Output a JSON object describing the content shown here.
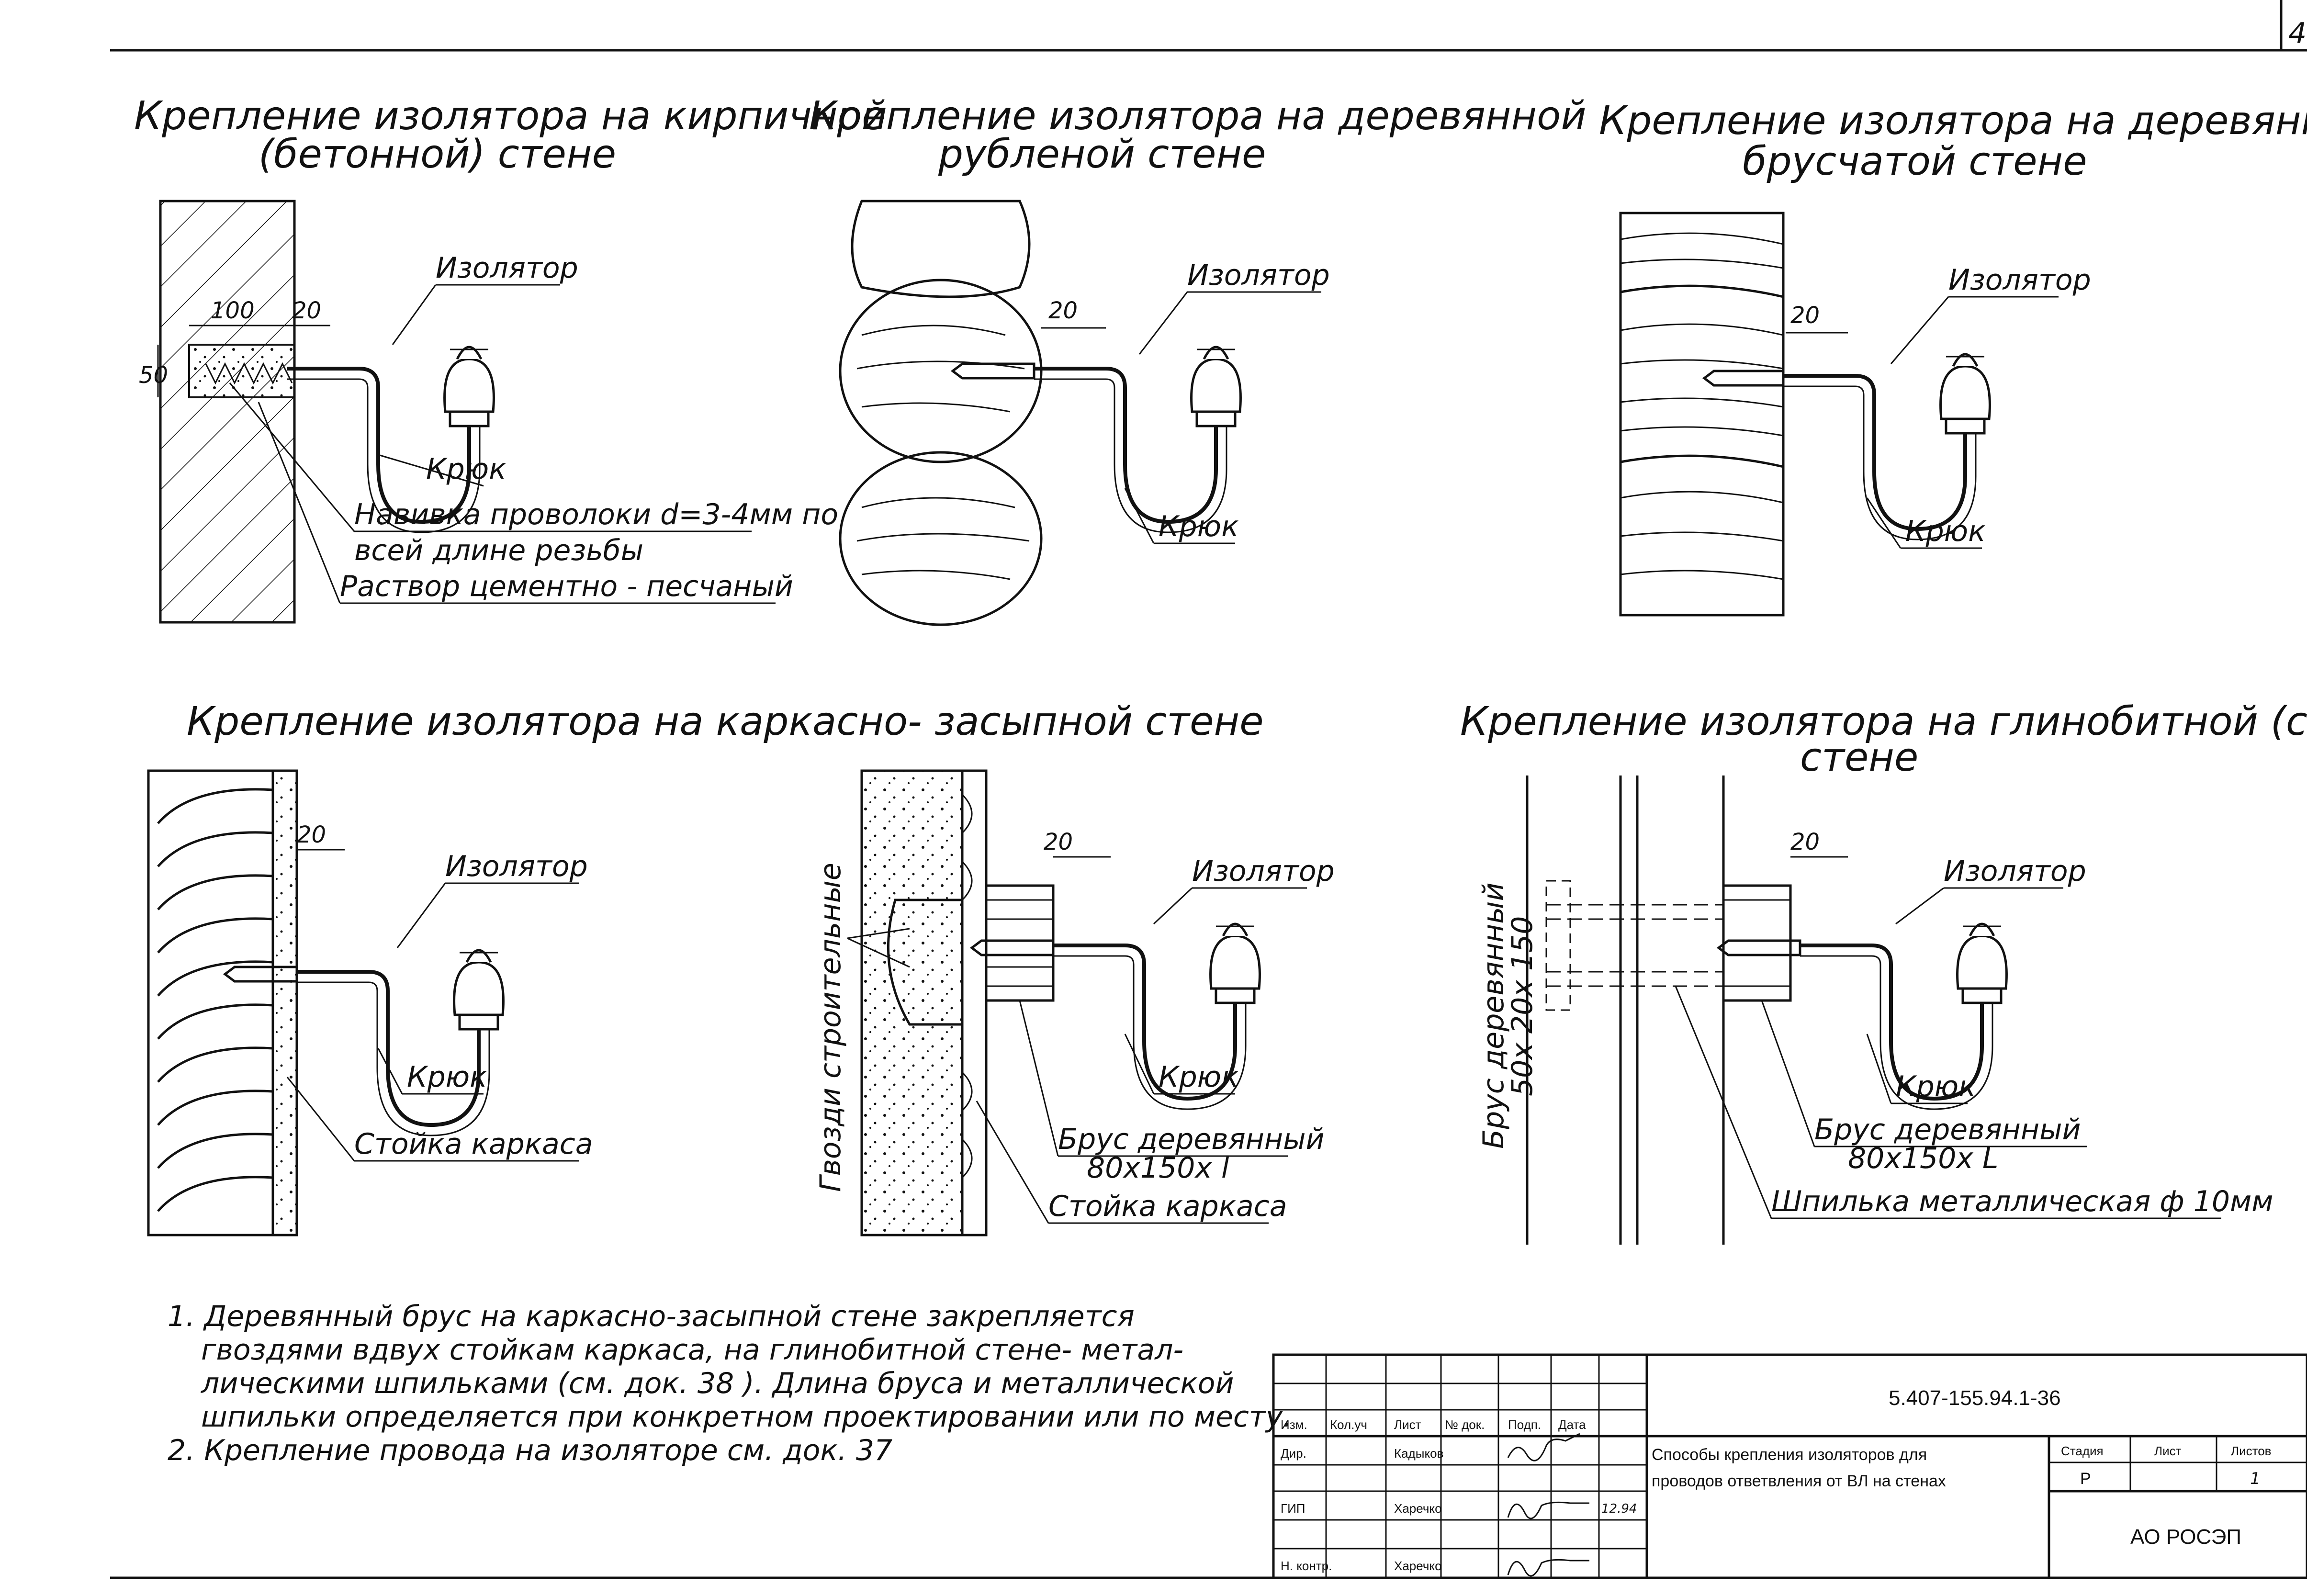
{
  "page_corner": "4",
  "figures": {
    "brick": {
      "title_line1": "Крепление изолятора на кирпичной",
      "title_line2": "(бетонной) стене",
      "dim_depth": "100",
      "dim_offset": "20",
      "dim_height": "50",
      "label_insulator": "Изолятор",
      "label_hook": "Крюк",
      "label_wire_line1": "Навивка проволоки d=3-4мм по",
      "label_wire_line2": "всей длине резьбы",
      "label_mortar": "Раствор цементно - песчаный"
    },
    "log": {
      "title_line1": "Крепление изолятора на деревянной",
      "title_line2": "рубленой стене",
      "dim_offset": "20",
      "label_insulator": "Изолятор",
      "label_hook": "Крюк"
    },
    "beam": {
      "title_line1": "Крепление изолятора на деревянной",
      "title_line2": "брусчатой стене",
      "dim_offset": "20",
      "label_insulator": "Изолятор",
      "label_hook": "Крюк"
    },
    "frame": {
      "title": "Крепление изолятора на каркасно- засыпной стене",
      "left": {
        "dim_offset": "20",
        "label_insulator": "Изолятор",
        "label_hook": "Крюк",
        "label_post": "Стойка каркаса"
      },
      "right": {
        "dim_offset": "20",
        "label_nails": "Гвозди строительные",
        "label_insulator": "Изолятор",
        "label_hook": "Крюк",
        "label_bar_line1": "Брус деревянный",
        "label_bar_line2": "80х150х l",
        "label_post": "Стойка каркаса"
      }
    },
    "clay": {
      "title_line1": "Крепление изолятора на глинобитной (саманной)",
      "title_line2": "стене",
      "dim_offset": "20",
      "label_bar_vert_line1": "Брус деревянный",
      "label_bar_vert_line2": "50х 20х 150",
      "label_insulator": "Изолятор",
      "label_hook": "Крюк",
      "label_bar_line1": "Брус деревянный",
      "label_bar_line2": "80х150х L",
      "label_stud": "Шпилька металлическая ф 10мм"
    }
  },
  "notes": [
    "1. Деревянный брус на каркасно-засыпной стене закрепляется",
    "гвоздями вдвух стойкам каркаса, на глинобитной стене- метал-",
    "лическими шпильками (см. док. 38 ). Длина бруса и металлической",
    "шпильки определяется при конкретном проектировании или по месту.",
    "2. Крепление провода на изоляторе см. док. 37"
  ],
  "title_block": {
    "doc_code": "5.407-155.94.1-36",
    "header_cols": [
      "Изм.",
      "Кол.уч",
      "Лист",
      "№ док.",
      "Подп.",
      "Дата"
    ],
    "rows": [
      {
        "role": "Дир.",
        "name": "Кадыков",
        "date": ""
      },
      {
        "role": "",
        "name": "",
        "date": ""
      },
      {
        "role": "ГИП",
        "name": "Харечко",
        "date": "12.94"
      },
      {
        "role": "",
        "name": "",
        "date": ""
      },
      {
        "role": "Н. контр.",
        "name": "Харечко",
        "date": ""
      }
    ],
    "description_line1": "Способы крепления изоляторов для",
    "description_line2": "проводов ответвления от ВЛ на стенах",
    "stage_label": "Стадия",
    "sheet_label": "Лист",
    "sheets_label": "Листов",
    "stage_value": "Р",
    "sheet_value": "",
    "sheets_value": "1",
    "organization": "АО РОСЭП"
  }
}
